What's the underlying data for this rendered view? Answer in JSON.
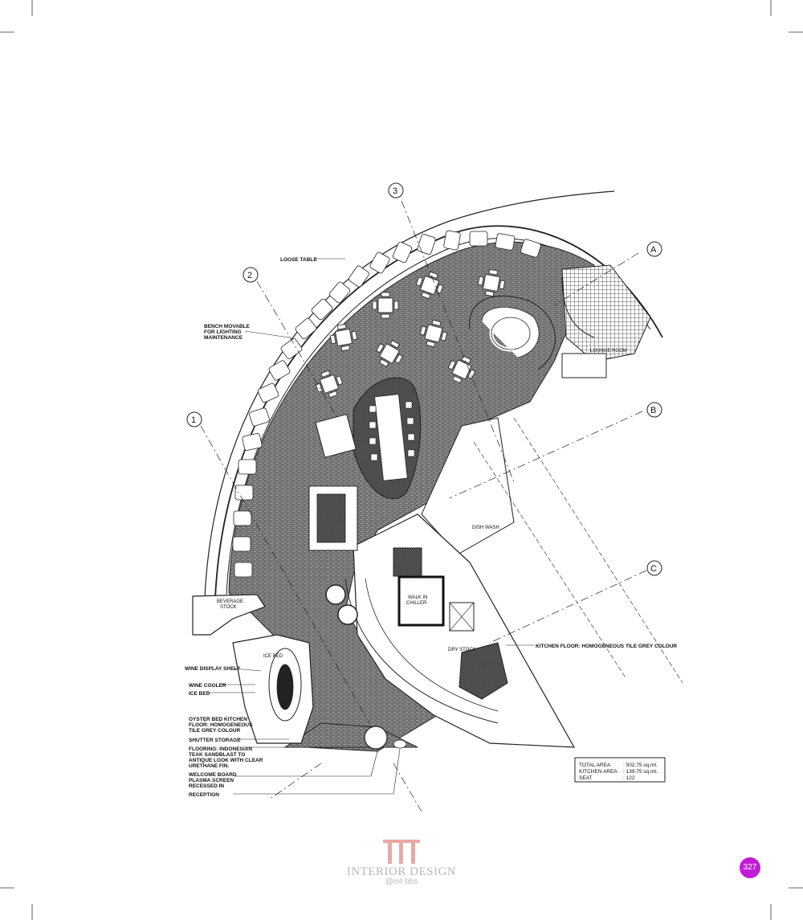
{
  "axes": {
    "a": "A",
    "b": "B",
    "c": "C",
    "one": "1",
    "two": "2",
    "three": "3"
  },
  "callouts": {
    "loose_table": "LOOSE TABLE",
    "bench_1": "BENCH MOVABLE",
    "bench_2": "FOR LIGHTING",
    "bench_3": "MAINTENANCE",
    "wine_display": "WINE DISPLAY SHELF",
    "wine_cooler": "WINE COOLER",
    "ice_bed": "ICE BED",
    "oyster_1": "OYSTER BED KITCHEN",
    "oyster_2": "FLOOR: HOMOGENEOUS",
    "oyster_3": "TILE GREY COLOUR",
    "shutter": "SHUTTER STORAGE",
    "flooring_1": "FLOORING: INDONESIAN",
    "flooring_2": "TEAK SANDBLAST TO",
    "flooring_3": "ANTIQUE LOOK WITH CLEAR",
    "flooring_4": "URETHANE FIN.",
    "welcome": "WELCOME BOARD",
    "plasma_1": "PLASMA SCREEN",
    "plasma_2": "RECESSED IN",
    "reception": "RECEPTION",
    "kitchen_floor": "KITCHEN FLOOR: HOMOGENEOUS TILE GREY COLOUR"
  },
  "rooms": {
    "lounge": "LOUNGE ROOM",
    "dish_wash": "DISH WASH",
    "walk_in_1": "WALK IN",
    "walk_in_2": "CHILLER",
    "dry_stock": "DRY STOCK",
    "beverage_1": "BEVERAGE",
    "beverage_2": "STOCK",
    "ice_bed": "ICE BED"
  },
  "summary": [
    {
      "label": "TOTAL AREA",
      "value": ": 502.75 sq.mt."
    },
    {
      "label": "KITCHEN AREA",
      "value": ": 139.75 sq.mt."
    },
    {
      "label": "SEAT",
      "value": ": 122"
    }
  ],
  "footer": {
    "logo_text": "INTERIOR DESIGN",
    "logo_sub": "@mt-bbs",
    "page_number": "327",
    "logo_color": "#e8a9a3",
    "badge_color": "#c21bd8"
  }
}
